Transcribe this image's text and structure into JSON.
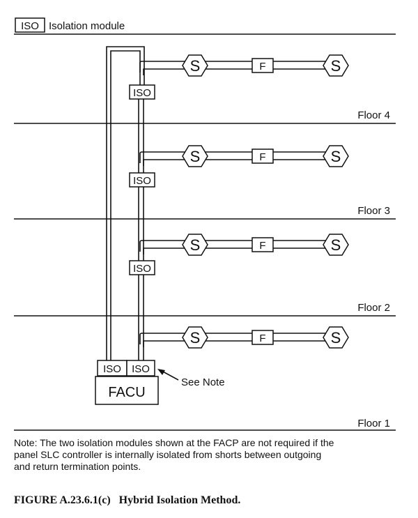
{
  "legend": {
    "box_label": "ISO",
    "text": "Isolation module"
  },
  "floors": [
    "Floor 4",
    "Floor 3",
    "Floor 2",
    "Floor 1"
  ],
  "devices": {
    "smoke": "S",
    "fire": "F",
    "isolator": "ISO"
  },
  "panel": {
    "label": "FACU",
    "iso_left": "ISO",
    "iso_right": "ISO"
  },
  "callout": "See Note",
  "note": [
    "Note: The two isolation modules shown at the FACP are not required if the",
    "panel SLC controller is internally isolated from shorts between outgoing",
    "and return termination points."
  ],
  "caption": "FIGURE A.23.6.1(c)   Hybrid Isolation Method."
}
